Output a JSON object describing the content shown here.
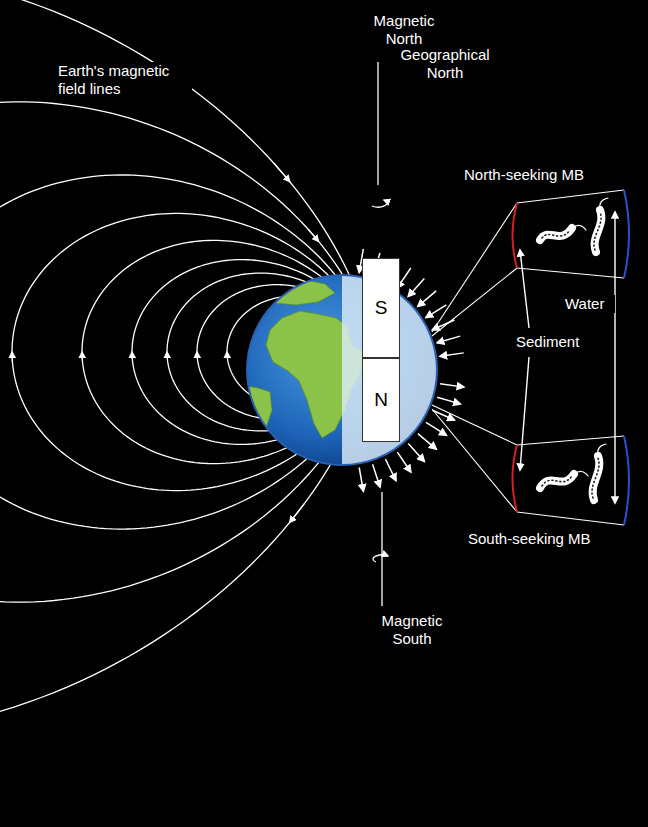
{
  "diagram": {
    "nodes": [
      {
        "text": [
          "S"
        ]
      },
      {
        "text": [
          "N"
        ]
      }
    ],
    "labels": [
      "Magnetic North",
      "Geographical North",
      "Earth's magnetic field lines",
      "North-seeking MB",
      "Water",
      "Sediment",
      "South-seeking MB",
      "Magnetic South"
    ]
  }
}
